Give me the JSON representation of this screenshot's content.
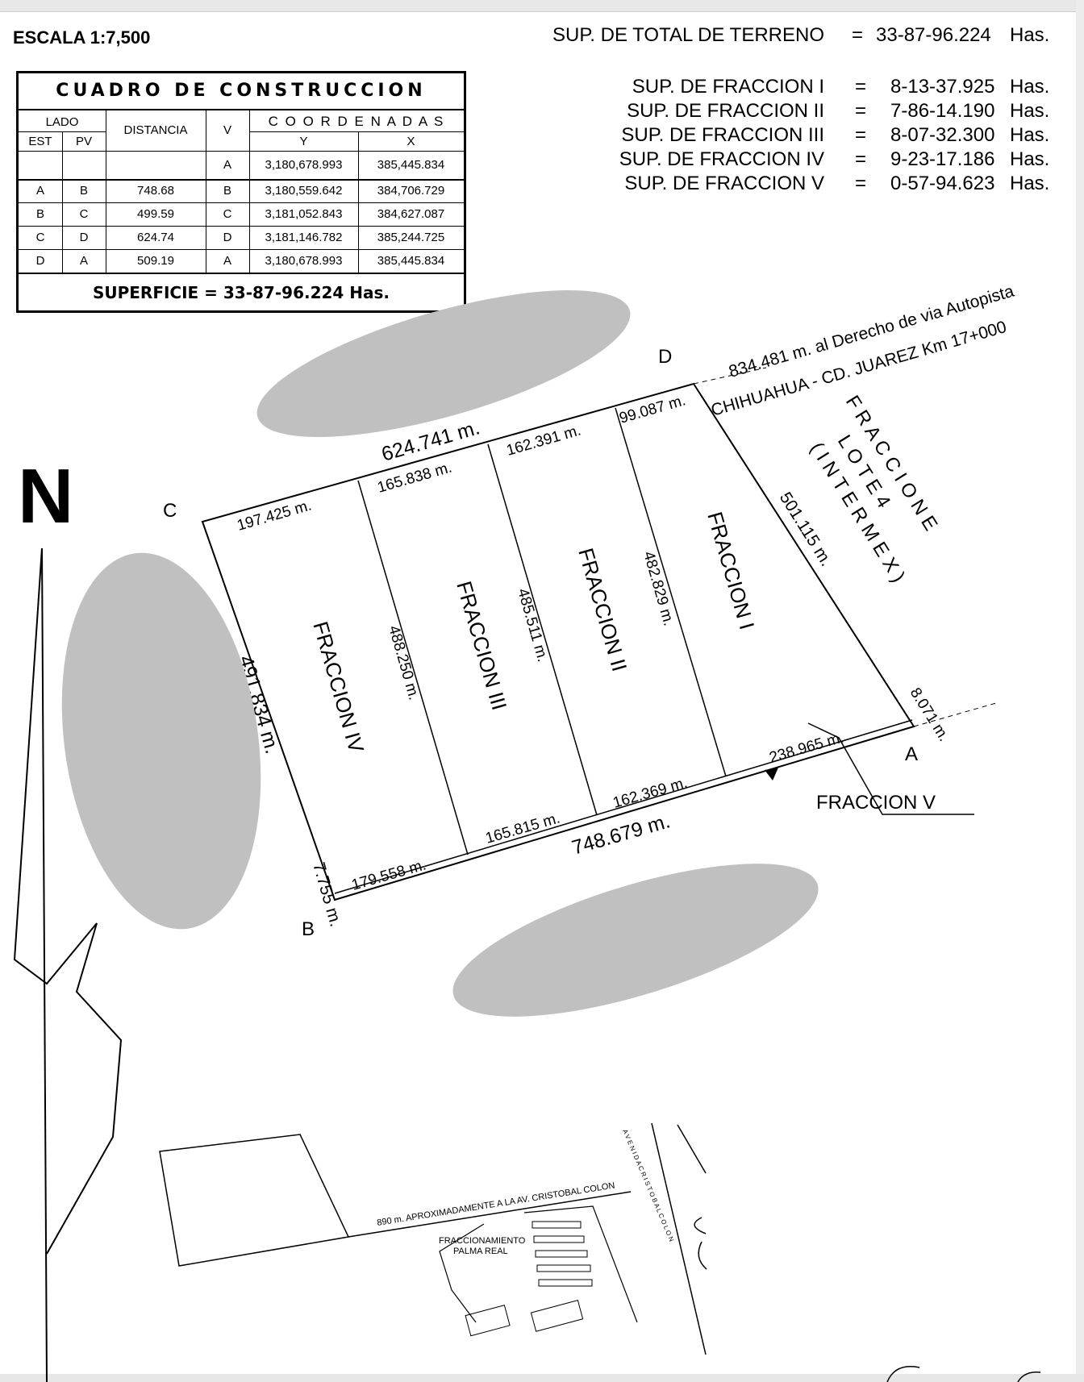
{
  "scale": "ESCALA  1:7,500",
  "superficies": [
    {
      "label": "SUP. DE TOTAL DE TERRENO",
      "eq": "=",
      "value": "33-87-96.224",
      "unit": "Has."
    },
    {
      "label": "SUP. DE FRACCION I",
      "eq": "=",
      "value": "8-13-37.925",
      "unit": "Has."
    },
    {
      "label": "SUP. DE FRACCION II",
      "eq": "=",
      "value": "7-86-14.190",
      "unit": "Has."
    },
    {
      "label": "SUP. DE FRACCION III",
      "eq": "=",
      "value": "8-07-32.300",
      "unit": "Has."
    },
    {
      "label": "SUP. DE FRACCION IV",
      "eq": "=",
      "value": "9-23-17.186",
      "unit": "Has."
    },
    {
      "label": "SUP. DE FRACCION V",
      "eq": "=",
      "value": "0-57-94.623",
      "unit": "Has."
    }
  ],
  "table": {
    "title": "CUADRO DE CONSTRUCCION",
    "headers": {
      "lado": "LADO",
      "est": "EST",
      "pv": "PV",
      "distancia": "DISTANCIA",
      "v": "V",
      "coordenadas": "C O O R D E N A D A S",
      "y": "Y",
      "x": "X"
    },
    "rows": [
      {
        "est": "",
        "pv": "",
        "dist": "",
        "v": "A",
        "y": "3,180,678.993",
        "x": "385,445.834"
      },
      {
        "est": "A",
        "pv": "B",
        "dist": "748.68",
        "v": "B",
        "y": "3,180,559.642",
        "x": "384,706.729"
      },
      {
        "est": "B",
        "pv": "C",
        "dist": "499.59",
        "v": "C",
        "y": "3,181,052.843",
        "x": "384,627.087"
      },
      {
        "est": "C",
        "pv": "D",
        "dist": "624.74",
        "v": "D",
        "y": "3,181,146.782",
        "x": "385,244.725"
      },
      {
        "est": "D",
        "pv": "A",
        "dist": "509.19",
        "v": "A",
        "y": "3,180,678.993",
        "x": "385,445.834"
      }
    ],
    "superficie": "SUPERFICIE = 33-87-96.224 Has."
  },
  "plan": {
    "north": "N",
    "vertices": {
      "a": "A",
      "b": "B",
      "c": "C",
      "d": "D"
    },
    "fractions": {
      "f1": "FRACCION I",
      "f2": "FRACCION II",
      "f3": "FRACCION III",
      "f4": "FRACCION IV",
      "f5": "FRACCION  V"
    },
    "fraccion_e": [
      "F R A C C I O N   E",
      "L O T E   4",
      "( I N T E R M E X )"
    ],
    "dims": {
      "top_total": "624.741 m.",
      "top_f1": "99.087 m.",
      "top_f2": "162.391 m.",
      "top_f3": "165.838 m.",
      "top_f4": "197.425 m.",
      "bottom_total": "748.679 m.",
      "bottom_f1": "238.965 m.",
      "bottom_f2": "162.369 m.",
      "bottom_f3": "165.815 m.",
      "bottom_f4": "179.558 m.",
      "left": "491.834 m.",
      "div_34": "488.250 m.",
      "div_23": "485.511 m.",
      "div_12": "482.829 m.",
      "right": "501.115 m.",
      "a_short": "8.071 m.",
      "b_short": "7.755 m."
    },
    "road_line1": "834.481 m. al Derecho de via Autopista",
    "road_line2": "CHIHUAHUA - CD. JUAREZ Km 17+000"
  },
  "location": {
    "distance_note": "890 m. APROXIMADAMENTE A LA AV. CRISTOBAL COLON",
    "subdivision": [
      "FRACCIONAMIENTO",
      "PALMA REAL"
    ],
    "avenue": "A V E N I D A   C R I S T O B A L   C O L O N"
  }
}
